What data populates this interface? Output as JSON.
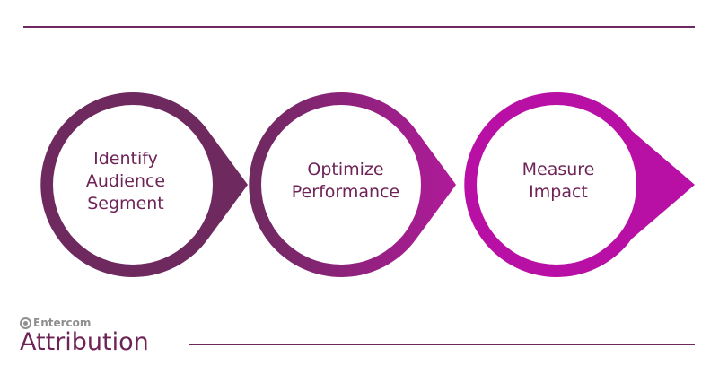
{
  "steps": [
    {
      "line1": "Identify",
      "line2": "Audience",
      "line3": "Segment"
    },
    {
      "line1": "Optimize",
      "line2": "Performance"
    },
    {
      "line1": "Measure",
      "line2": "Impact"
    }
  ],
  "brand": {
    "company": "Entercom",
    "product": "Attribution"
  },
  "colors": {
    "step1": "#6e2a5f",
    "step2_start": "#6e2a5f",
    "step2_end": "#b01a9a",
    "step3": "#b80fa4",
    "text": "#6e2357",
    "brand_gray": "#8f8f8f"
  }
}
